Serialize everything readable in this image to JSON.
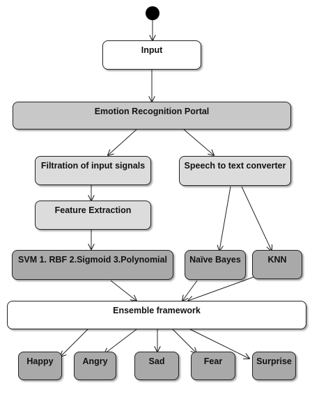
{
  "nodes": {
    "input": "Input",
    "portal": "Emotion Recognition Portal",
    "filtration": "Filtration of input signals",
    "speech": "Speech to text converter",
    "feature": "Feature Extraction",
    "svm": "SVM 1. RBF 2.Sigmoid 3.Polynomial",
    "naive_bayes": "Naïve Bayes",
    "knn": "KNN",
    "ensemble": "Ensemble framework",
    "happy": "Happy",
    "angry": "Angry",
    "sad": "Sad",
    "fear": "Fear",
    "surprise": "Surprise"
  },
  "colors": {
    "white": "#ffffff",
    "light": "#dcdcdc",
    "mid": "#c8c8c8",
    "dark": "#a9a9a9",
    "stroke": "#222222"
  }
}
